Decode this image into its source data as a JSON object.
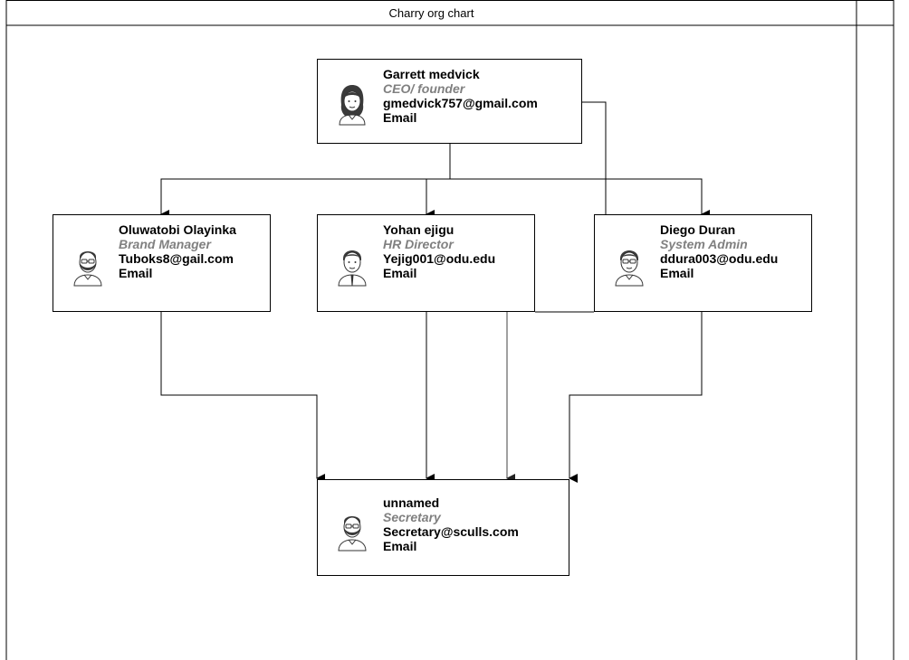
{
  "diagram": {
    "title": "Charry org chart",
    "colors": {
      "stroke": "#000000",
      "role_text": "#808080",
      "secondary_line": "#808080"
    },
    "nodes": {
      "ceo": {
        "name": "Garrett medvick",
        "role": "CEO/ founder",
        "email": "gmedvick757@gmail.com",
        "email_label": "Email",
        "icon": "female-avatar-icon"
      },
      "brand": {
        "name": "Oluwatobi Olayinka",
        "role": "Brand Manager",
        "email": "Tuboks8@gail.com",
        "email_label": "Email",
        "icon": "bearded-man-avatar-icon"
      },
      "hr": {
        "name": "Yohan ejigu",
        "role": "HR Director",
        "email": "Yejig001@odu.edu",
        "email_label": "Email",
        "icon": "man-avatar-icon"
      },
      "sysadmin": {
        "name": "Diego Duran",
        "role": "System Admin",
        "email": "ddura003@odu.edu",
        "email_label": "Email",
        "icon": "glasses-man-avatar-icon"
      },
      "secretary": {
        "name": "unnamed",
        "role": "Secretary",
        "email": "Secretary@sculls.com",
        "email_label": "Email",
        "icon": "bearded-man-avatar-icon"
      }
    }
  }
}
